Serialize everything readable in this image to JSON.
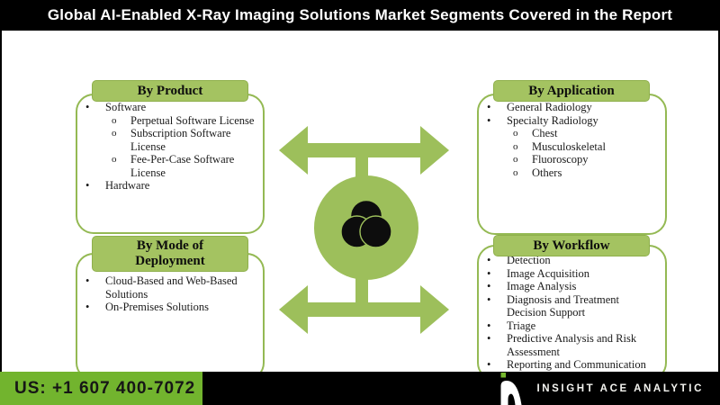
{
  "title": "Global AI-Enabled X-Ray Imaging Solutions Market Segments Covered in the Report",
  "boxes": [
    {
      "header": "By Product",
      "items": [
        {
          "label": "Software",
          "sub": [
            "Perpetual Software License",
            "Subscription Software License",
            "Fee-Per-Case Software License"
          ]
        },
        {
          "label": "Hardware",
          "sub": []
        }
      ]
    },
    {
      "header": "By Application",
      "items": [
        {
          "label": "General Radiology",
          "sub": []
        },
        {
          "label": "Specialty Radiology",
          "sub": [
            "Chest",
            "Musculoskeletal",
            "Fluoroscopy",
            "Others"
          ]
        }
      ]
    },
    {
      "header": "By Mode of\nDeployment",
      "items": [
        {
          "label": "Cloud-Based and Web-Based Solutions",
          "sub": []
        },
        {
          "label": "On-Premises Solutions",
          "sub": []
        }
      ]
    },
    {
      "header": "By Workflow",
      "items": [
        {
          "label": "Detection",
          "sub": []
        },
        {
          "label": "Image Acquisition",
          "sub": []
        },
        {
          "label": "Image Analysis",
          "sub": []
        },
        {
          "label": "Diagnosis and Treatment Decision Support",
          "sub": []
        },
        {
          "label": "Triage",
          "sub": []
        },
        {
          "label": "Predictive Analysis and Risk Assessment",
          "sub": []
        },
        {
          "label": "Reporting and Communication",
          "sub": []
        }
      ]
    }
  ],
  "footer": {
    "phone": "US: +1 607 400-7072",
    "brand": "INSIGHT ACE ANALYTIC"
  },
  "icons": {
    "center": "venn-diagram-icon",
    "arrows": "double-headed-arrow-icon",
    "logo": "insight-ace-logo-icon"
  },
  "colors": {
    "segment_green": "#a4c361",
    "border_green": "#94b953",
    "bar_green": "#72b42e",
    "title_bg": "#000000",
    "title_text": "#ffffff"
  }
}
